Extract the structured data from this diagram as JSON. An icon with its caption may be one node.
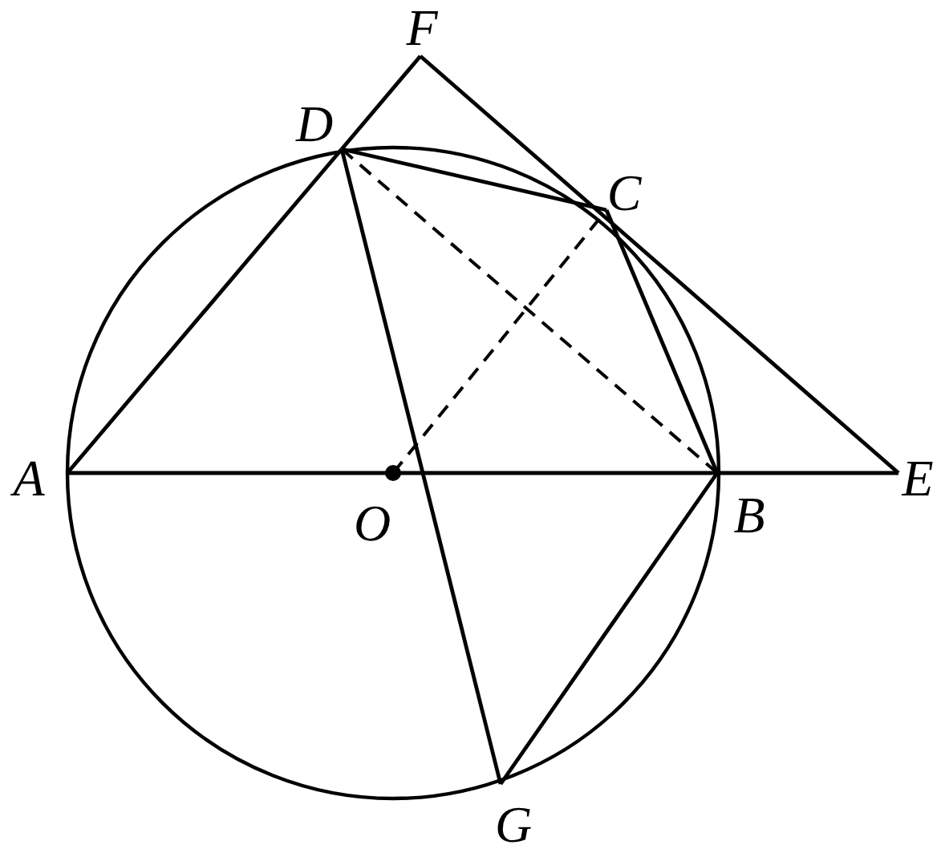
{
  "diagram": {
    "nodes": [
      {
        "text": [
          "F"
        ]
      },
      {
        "text": [
          "D"
        ]
      },
      {
        "text": [
          "C"
        ]
      },
      {
        "text": [
          "A"
        ]
      },
      {
        "text": [
          "O"
        ]
      },
      {
        "text": [
          "B"
        ]
      },
      {
        "text": [
          "E"
        ]
      },
      {
        "text": [
          "G"
        ]
      }
    ],
    "edges": [
      {
        "from": 3,
        "to": 1,
        "arrow": "none"
      },
      {
        "from": 1,
        "to": 0,
        "arrow": "none"
      },
      {
        "from": 0,
        "to": 6,
        "arrow": "none"
      },
      {
        "from": 3,
        "to": 6,
        "arrow": "none"
      },
      {
        "from": 1,
        "to": 2,
        "arrow": "none"
      },
      {
        "from": 2,
        "to": 5,
        "arrow": "none"
      },
      {
        "from": 1,
        "to": 7,
        "arrow": "none"
      },
      {
        "from": 7,
        "to": 5,
        "arrow": "none"
      },
      {
        "from": 4,
        "to": 2,
        "arrow": "other",
        "style": "dashed"
      },
      {
        "from": 1,
        "to": 5,
        "arrow": "none",
        "style": "dashed"
      }
    ]
  }
}
